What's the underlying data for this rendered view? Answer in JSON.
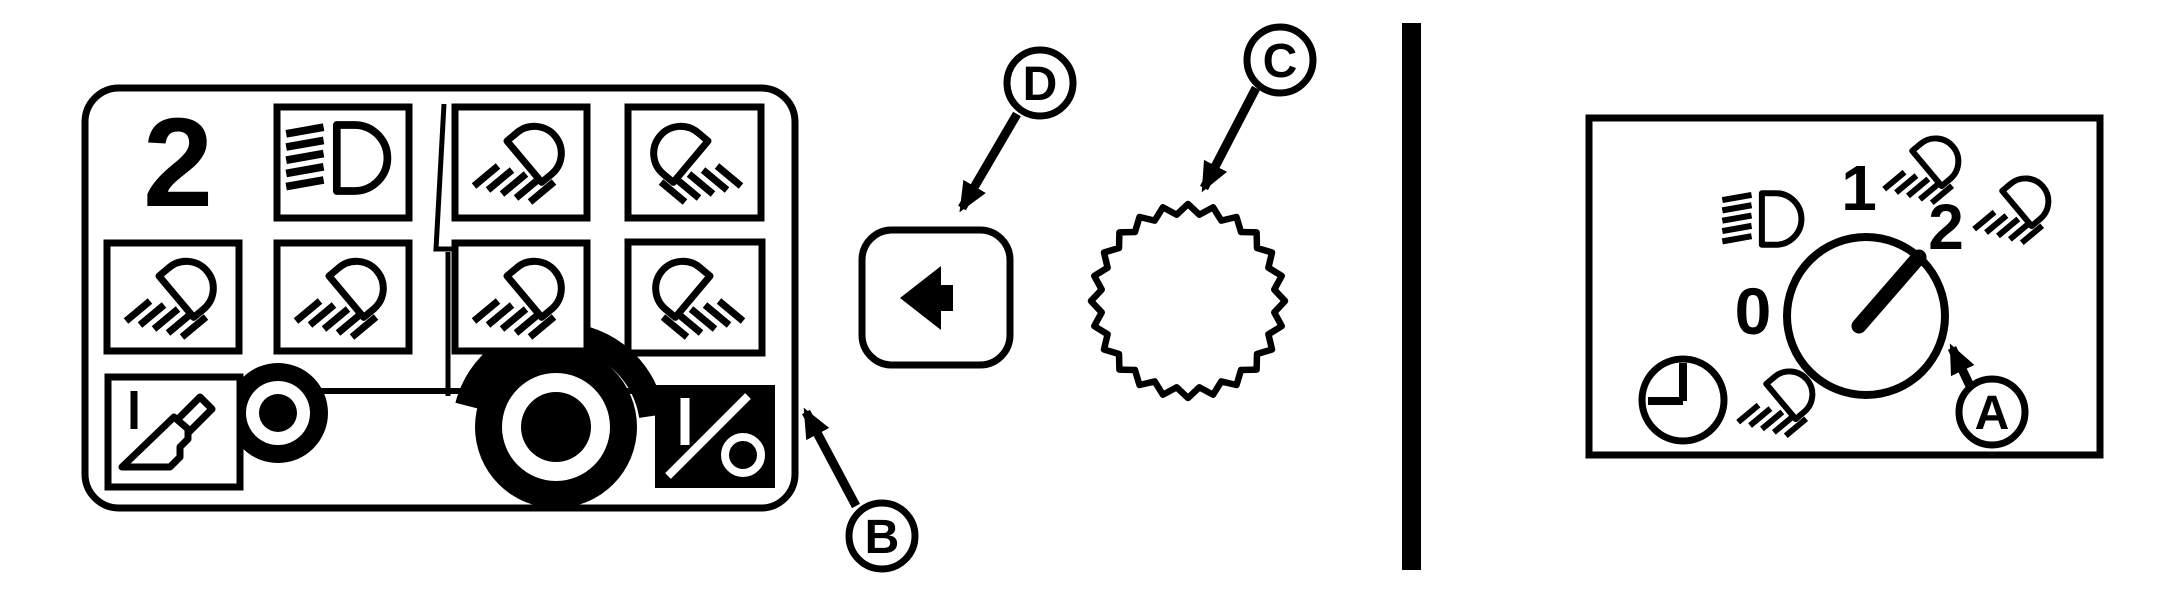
{
  "figure": {
    "ink_color": "#000000",
    "paper_color": "#ffffff",
    "kind": "lighting-controls-diagram"
  },
  "left_panel": {
    "badge_number": "2",
    "top_row_icons": [
      "low-beam-headlight",
      "front-work-light",
      "rear-work-light"
    ],
    "middle_row_icons": [
      "front-work-light",
      "front-work-light",
      "front-work-light",
      "rear-work-light"
    ],
    "bottom_row_icons": [
      "loader-work-light",
      "power-on-off"
    ],
    "background_art": "tractor-silhouette"
  },
  "button_d": {
    "icon": "left-arrow"
  },
  "thumbwheel_c": {
    "shape": "knurled-thumbwheel"
  },
  "right_panel": {
    "position_labels": [
      "0",
      "1",
      "2"
    ],
    "icons": [
      "low-beam-headlight",
      "work-light-position-1",
      "work-light-position-2",
      "timer-clock",
      "work-light",
      "rotary-knob-pointer"
    ]
  },
  "callouts": {
    "a": {
      "label": "A"
    },
    "b": {
      "label": "B"
    },
    "c": {
      "label": "C"
    },
    "d": {
      "label": "D"
    }
  }
}
